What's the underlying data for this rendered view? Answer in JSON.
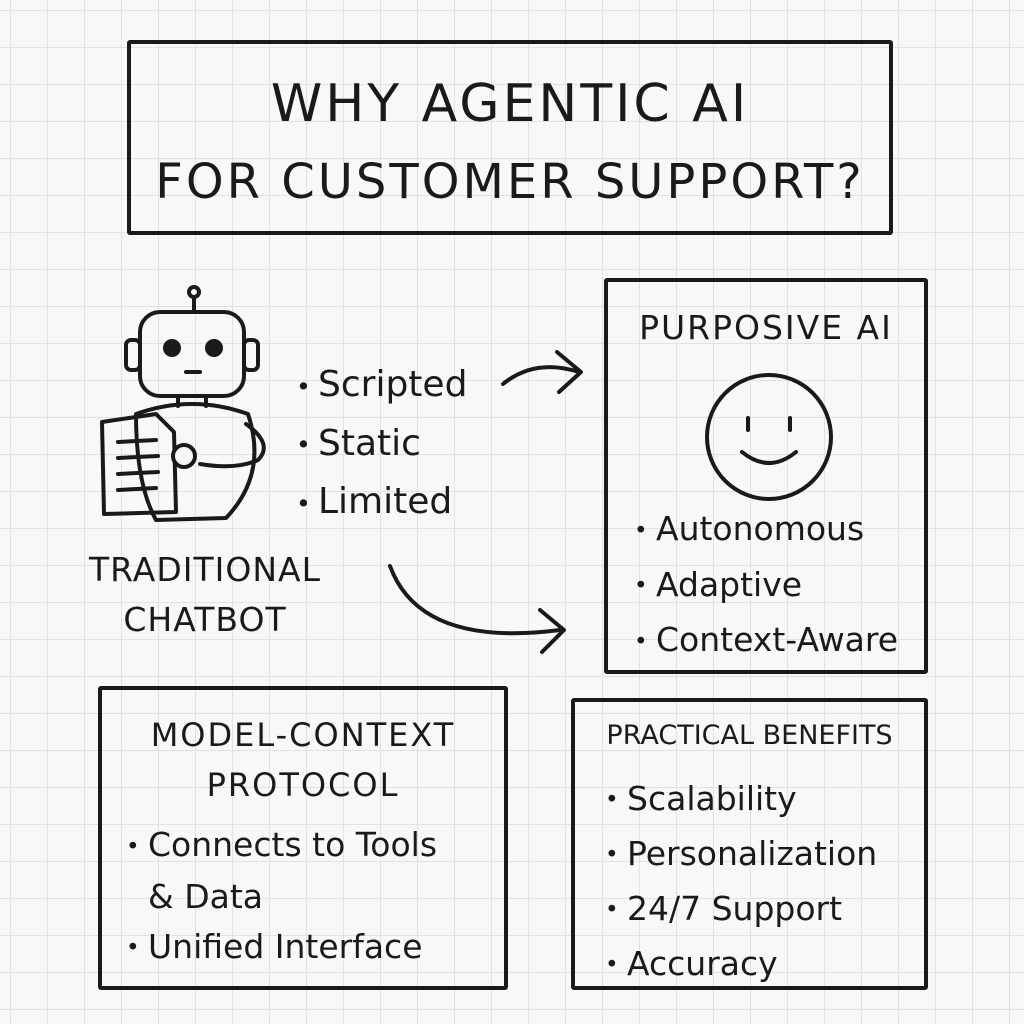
{
  "title": {
    "line1": "WHY AGENTIC AI",
    "line2": "FOR CUSTOMER SUPPORT?"
  },
  "traditional_chatbot": {
    "label_line1": "TRADITIONAL",
    "label_line2": "CHATBOT",
    "traits": [
      "Scripted",
      "Static",
      "Limited"
    ],
    "icon": "robot-holding-document-icon"
  },
  "purposive_ai": {
    "title": "PURPOSIVE AI",
    "icon": "smiley-face-icon",
    "traits": [
      "Autonomous",
      "Adaptive",
      "Context-Aware"
    ]
  },
  "model_context_protocol": {
    "title_line1": "MODEL-CONTEXT",
    "title_line2": "PROTOCOL",
    "items": [
      "Connects to Tools",
      "& Data",
      "Unified Interface"
    ]
  },
  "practical_benefits": {
    "title": "PRACTICAL BENEFITS",
    "items": [
      "Scalability",
      "Personalization",
      "24/7 Support",
      "Accuracy"
    ]
  },
  "colors": {
    "ink": "#1a1a1a",
    "paper": "#f8f8f6",
    "grid": "#e2e2e2"
  }
}
